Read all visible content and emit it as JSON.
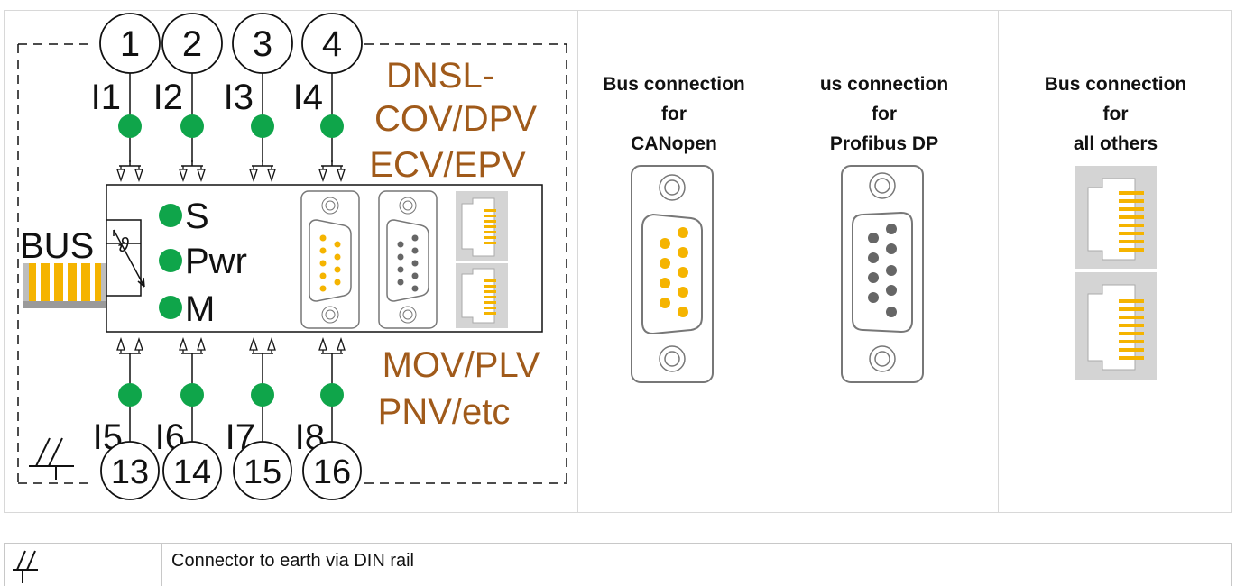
{
  "module": {
    "top_terminals": [
      "1",
      "2",
      "3",
      "4"
    ],
    "top_inputs": [
      "I1",
      "I2",
      "I3",
      "I4"
    ],
    "bottom_terminals": [
      "13",
      "14",
      "15",
      "16"
    ],
    "bottom_inputs": [
      "I5",
      "I6",
      "I7",
      "I8"
    ],
    "status_leds": [
      "S",
      "Pwr",
      "M"
    ],
    "bus_label": "BUS",
    "variants_top": [
      "DNSL-",
      "COV/DPV",
      "ECV/EPV"
    ],
    "variants_bottom": [
      "MOV/PLV",
      "PNV/etc"
    ],
    "theta_symbol": "ϑ"
  },
  "columns": [
    {
      "title_lines": [
        "Bus connection",
        "for",
        "CANopen"
      ],
      "connector": "sub-d-9-yellow-icon"
    },
    {
      "title_lines": [
        "us connection",
        "for",
        "Profibus DP"
      ],
      "connector": "sub-d-9-grey-icon"
    },
    {
      "title_lines": [
        "Bus connection",
        "for",
        "all others"
      ],
      "connector": "rj45-double-icon"
    }
  ],
  "legend": {
    "symbol": "earth-din-rail-icon",
    "text": "Connector to earth via DIN rail"
  },
  "colors": {
    "led_green": "#0fa54a",
    "variant_text": "#a05a1a",
    "pin_yellow": "#f5b400",
    "pin_grey": "#666666",
    "connector_outline": "#777777",
    "rj45_body": "#d4d4d4"
  }
}
